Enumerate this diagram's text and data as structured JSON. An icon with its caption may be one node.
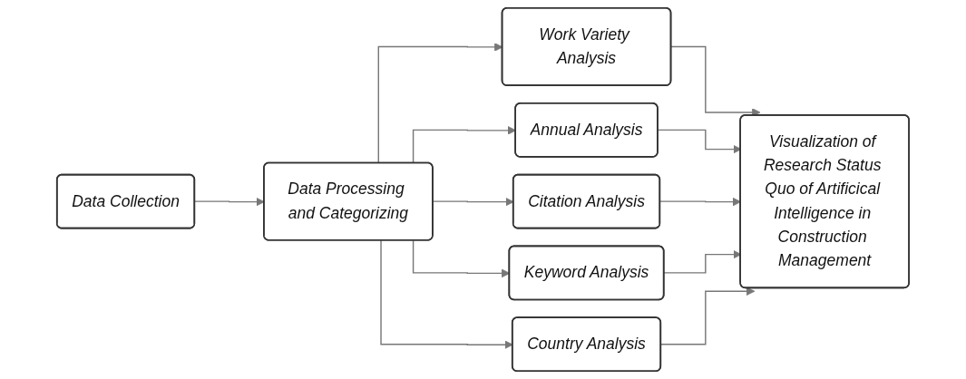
{
  "diagram": {
    "nodes": [
      {
        "text": [
          "Data Collection"
        ]
      },
      {
        "text": [
          "Data Processing and Categorizing"
        ]
      },
      {
        "text": [
          "Work Variety Analysis"
        ]
      },
      {
        "text": [
          "Annual Analysis"
        ]
      },
      {
        "text": [
          "Citation Analysis"
        ]
      },
      {
        "text": [
          "Keyword Analysis"
        ]
      },
      {
        "text": [
          "Country Analysis"
        ]
      },
      {
        "text": [
          "Visualization of Research Status Quo of Artificical Intelligence in Construction Management"
        ]
      }
    ],
    "edges": [
      {
        "from": 0,
        "to": 1,
        "arrow": "to"
      },
      {
        "from": 1,
        "to": 2,
        "arrow": "to"
      },
      {
        "from": 1,
        "to": 3,
        "arrow": "to"
      },
      {
        "from": 1,
        "to": 4,
        "arrow": "to"
      },
      {
        "from": 1,
        "to": 5,
        "arrow": "to"
      },
      {
        "from": 1,
        "to": 6,
        "arrow": "to"
      },
      {
        "from": 2,
        "to": 7,
        "arrow": "to"
      },
      {
        "from": 3,
        "to": 7,
        "arrow": "to"
      },
      {
        "from": 4,
        "to": 7,
        "arrow": "to"
      },
      {
        "from": 5,
        "to": 7,
        "arrow": "to"
      },
      {
        "from": 6,
        "to": 7,
        "arrow": "to"
      }
    ]
  }
}
